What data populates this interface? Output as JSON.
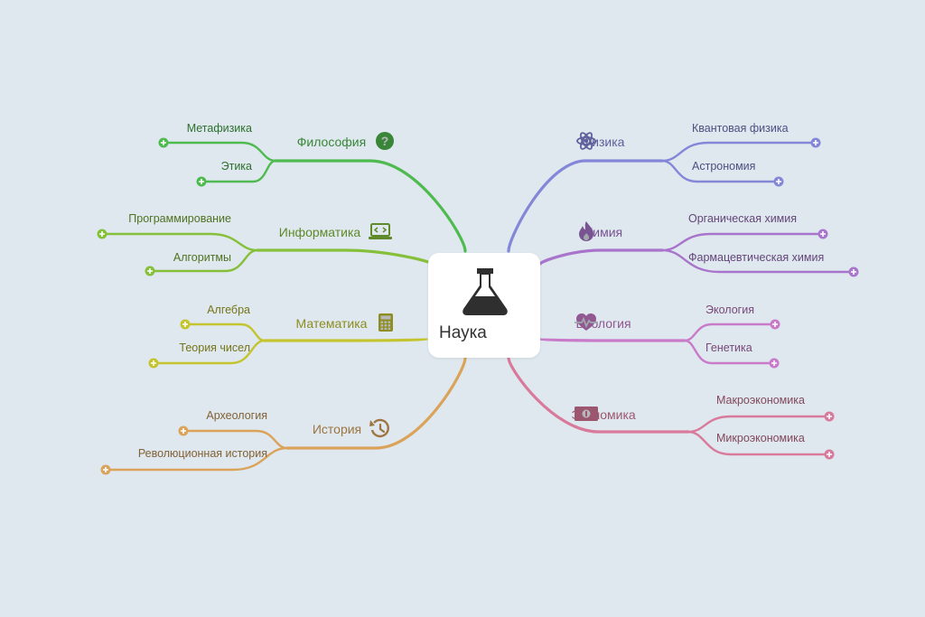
{
  "center": {
    "title": "Наука",
    "icon": "flask-icon"
  },
  "branches": [
    {
      "key": "philosophy",
      "label": "Философия",
      "icon": "question-circle-icon",
      "side": "left",
      "color": "#4fba4f",
      "children": [
        {
          "label": "Метафизика"
        },
        {
          "label": "Этика"
        }
      ]
    },
    {
      "key": "informatics",
      "label": "Информатика",
      "icon": "laptop-code-icon",
      "side": "left",
      "color": "#86c03a",
      "children": [
        {
          "label": "Программирование"
        },
        {
          "label": "Алгоритмы"
        }
      ]
    },
    {
      "key": "math",
      "label": "Математика",
      "icon": "calculator-icon",
      "side": "left",
      "color": "#c4c42e",
      "children": [
        {
          "label": "Алгебра"
        },
        {
          "label": "Теория чисел"
        }
      ]
    },
    {
      "key": "history",
      "label": "История",
      "icon": "history-icon",
      "side": "left",
      "color": "#dba35a",
      "children": [
        {
          "label": "Археология"
        },
        {
          "label": "Революционная история"
        }
      ]
    },
    {
      "key": "physics",
      "label": "Физика",
      "icon": "atom-icon",
      "side": "right",
      "color": "#8486d8",
      "children": [
        {
          "label": "Квантовая физика"
        },
        {
          "label": "Астрономия"
        }
      ]
    },
    {
      "key": "chemistry",
      "label": "Химия",
      "icon": "fire-icon",
      "side": "right",
      "color": "#a874cc",
      "children": [
        {
          "label": "Органическая химия"
        },
        {
          "label": "Фармацевтическая химия"
        }
      ]
    },
    {
      "key": "biology",
      "label": "Биология",
      "icon": "heartbeat-icon",
      "side": "right",
      "color": "#c97ac9",
      "children": [
        {
          "label": "Экология"
        },
        {
          "label": "Генетика"
        }
      ]
    },
    {
      "key": "economics",
      "label": "Экономика",
      "icon": "money-bill-icon",
      "side": "right",
      "color": "#d9799b",
      "children": [
        {
          "label": "Макроэкономика"
        },
        {
          "label": "Микроэкономика"
        }
      ]
    }
  ]
}
